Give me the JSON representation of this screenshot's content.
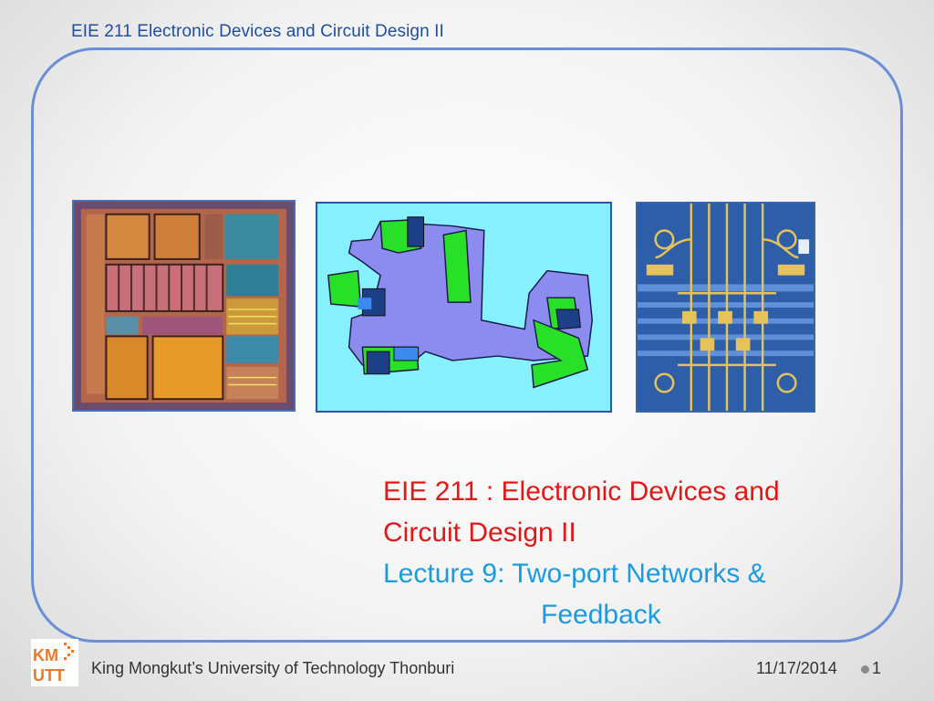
{
  "header": {
    "title": "EIE 211 Electronic Devices and Circuit Design II"
  },
  "title_block": {
    "line1": "EIE 211 : Electronic Devices and",
    "line2": "Circuit Design II",
    "line3": "Lecture 9: Two-port Networks &",
    "line4": "Feedback",
    "colors": {
      "course": "#e11818",
      "lecture": "#1c9ae0"
    }
  },
  "images": [
    {
      "name": "chip-die-photo-icon"
    },
    {
      "name": "layout-drawing-icon"
    },
    {
      "name": "microwave-circuit-photo-icon"
    }
  ],
  "footer": {
    "logo_text_top": "KM",
    "logo_text_bottom": "UTT",
    "university": "King Mongkut’s University of Technology Thonburi",
    "date": "11/17/2014",
    "page": "1"
  },
  "colors": {
    "frame": "#6b8fd6",
    "header": "#1f4e9c"
  }
}
